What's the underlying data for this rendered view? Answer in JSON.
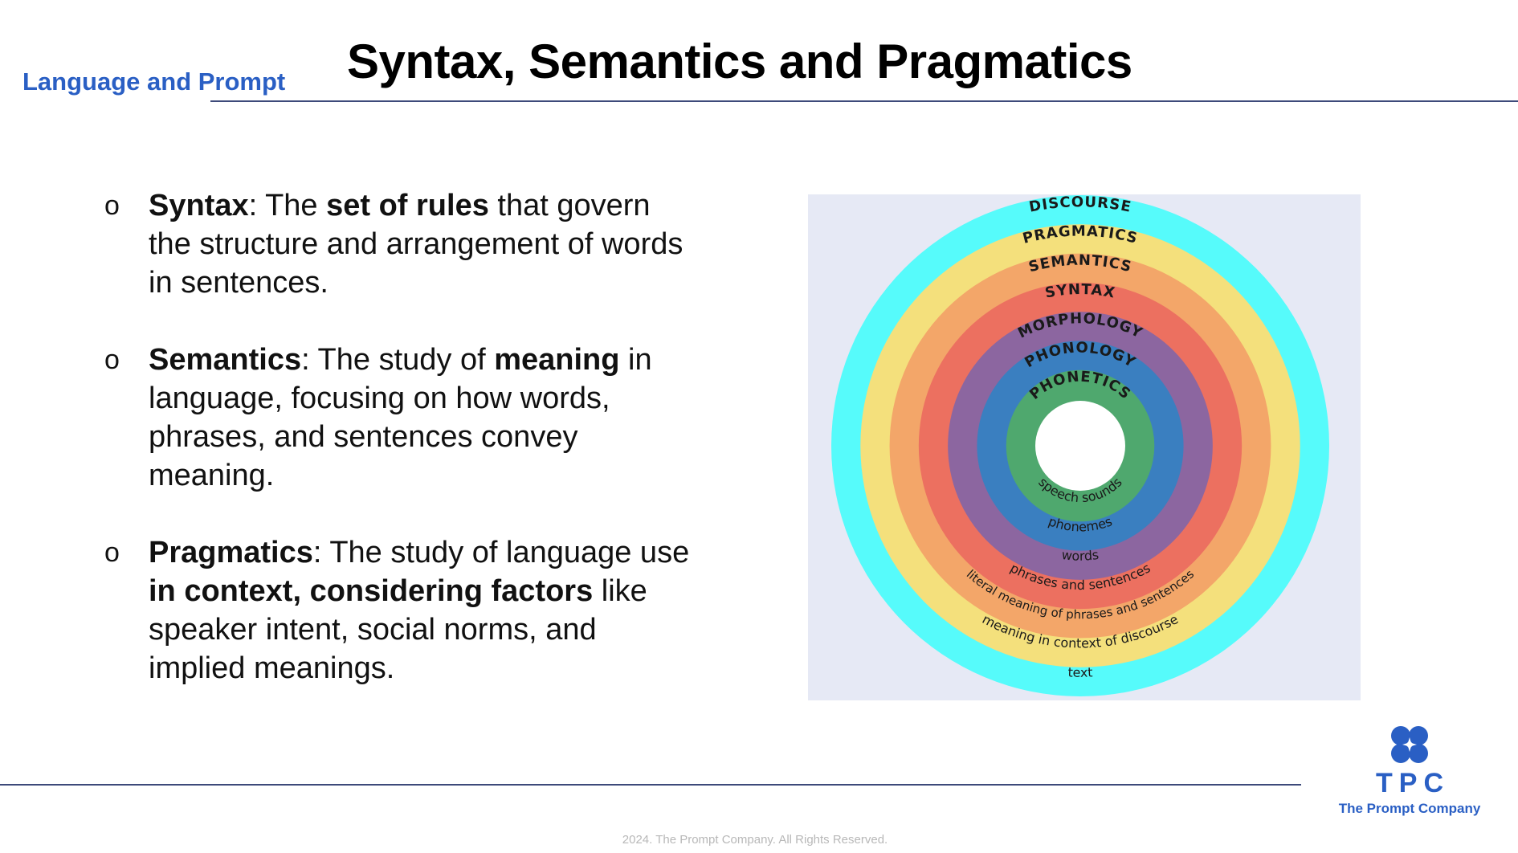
{
  "header": {
    "section": "Language and Prompt",
    "title": "Syntax, Semantics and Pragmatics"
  },
  "bullets": [
    {
      "marker": "o",
      "term": "Syntax",
      "sep": ": ",
      "text1": "The ",
      "bold1": "set of rules",
      "text2": " that govern the structure and arrangement of words in sentences."
    },
    {
      "marker": "o",
      "term": "Semantics",
      "sep": ": ",
      "text1": "The study of ",
      "bold1": "meaning",
      "text2": " in language, focusing on how words, phrases, and sentences convey meaning."
    },
    {
      "marker": "o",
      "term": "Pragmatics",
      "sep": ": ",
      "text1": "The study of language use ",
      "bold1": "in context, considering factors",
      "text2": " like speaker intent, social norms, and implied meanings."
    }
  ],
  "diagram": {
    "rings": [
      {
        "top": "DISCOURSE",
        "bottom": "text",
        "color": "#56fbfb"
      },
      {
        "top": "PRAGMATICS",
        "bottom": "meaning in context of discourse",
        "color": "#f4e07c"
      },
      {
        "top": "SEMANTICS",
        "bottom": "literal meaning of phrases and sentences",
        "color": "#f3a669"
      },
      {
        "top": "SYNTAX",
        "bottom": "phrases and sentences",
        "color": "#ec7060"
      },
      {
        "top": "MORPHOLOGY",
        "bottom": "words",
        "color": "#8c66a0"
      },
      {
        "top": "PHONOLOGY",
        "bottom": "phonemes",
        "color": "#3a7fc0"
      },
      {
        "top": "PHONETICS",
        "bottom": "speech sounds",
        "color": "#4fa86e"
      }
    ],
    "center_color": "#ffffff"
  },
  "logo": {
    "letters": "TPC",
    "name": "The Prompt Company",
    "color": "#2a5fc4"
  },
  "footer": {
    "text": "2024. The Prompt Company. All Rights Reserved."
  }
}
